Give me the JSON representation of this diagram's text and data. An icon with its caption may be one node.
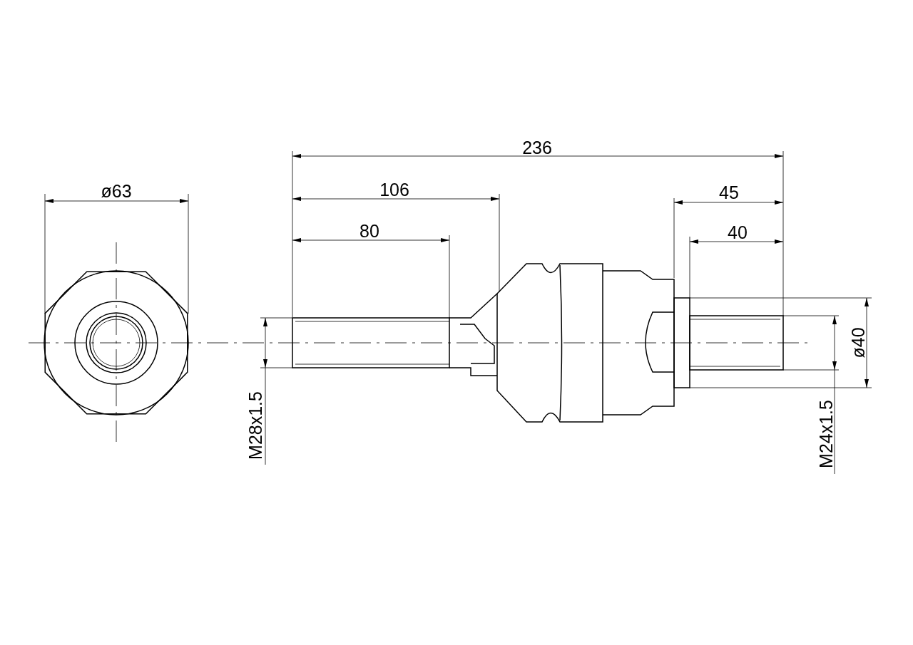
{
  "diagram": {
    "labels": [
      "236",
      "ø63",
      "106",
      "45",
      "80",
      "40",
      "ø40",
      "M28x1.5",
      "M24x1.5"
    ]
  }
}
